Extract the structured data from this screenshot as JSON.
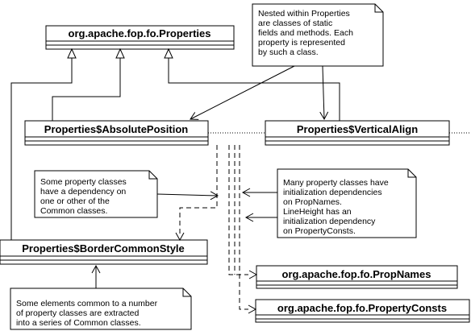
{
  "classes": {
    "properties": "org.apache.fop.fo.Properties",
    "absolute_position": "Properties$AbsolutePosition",
    "vertical_align": "Properties$VerticalAlign",
    "border_common_style": "Properties$BorderCommonStyle",
    "prop_names": "org.apache.fop.fo.PropNames",
    "property_consts": "org.apache.fop.fo.PropertyConsts"
  },
  "notes": {
    "nested": [
      "Nested within Properties",
      "are classes of static",
      "fields and methods.  Each",
      "property is represented",
      "by such a class."
    ],
    "dependency": [
      "Some property classes",
      "have a dependency on",
      "one or other of the",
      "Common classes."
    ],
    "initialization": [
      "Many property classes have",
      "initialization dependencies",
      "on PropNames.",
      "LineHeight has an",
      "initialization dependency",
      "on PropertyConsts."
    ],
    "common": [
      "Some elements common to a number",
      "of property classes are extracted",
      "into a series of Common classes."
    ]
  }
}
